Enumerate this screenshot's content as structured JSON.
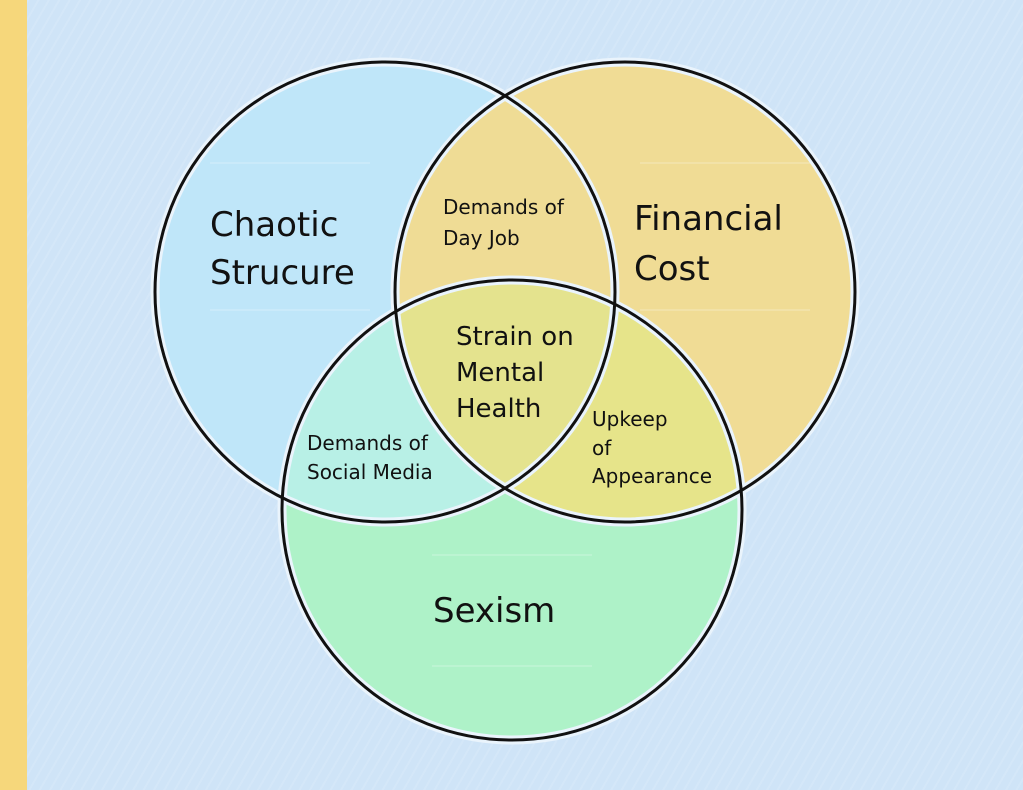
{
  "diagram": {
    "type": "venn",
    "sets": {
      "chaotic_structure": {
        "label_lines": [
          "Chaotic",
          "Strucure"
        ],
        "color": "#bfe6f9"
      },
      "financial_cost": {
        "label_lines": [
          "Financial",
          "Cost"
        ],
        "color": "#f0dc95"
      },
      "sexism": {
        "label_lines": [
          "Sexism"
        ],
        "color": "#aef2c8"
      }
    },
    "intersections": {
      "chaotic_financial": {
        "label_lines": [
          "Demands of",
          "Day Job"
        ],
        "color": "#efdc95"
      },
      "chaotic_sexism": {
        "label_lines": [
          "Demands of",
          "Social Media"
        ],
        "color": "#b8f0e6"
      },
      "financial_sexism": {
        "label_lines": [
          "Upkeep",
          "of",
          "Appearance"
        ],
        "color": "#e6e48a"
      },
      "all_three": {
        "label_lines": [
          "Strain on",
          "Mental",
          "Health"
        ],
        "color": "#e4e38e"
      }
    },
    "colors": {
      "background": "#cfe4f7",
      "left_strip": "#f6d77b",
      "outline": "#111111"
    }
  }
}
